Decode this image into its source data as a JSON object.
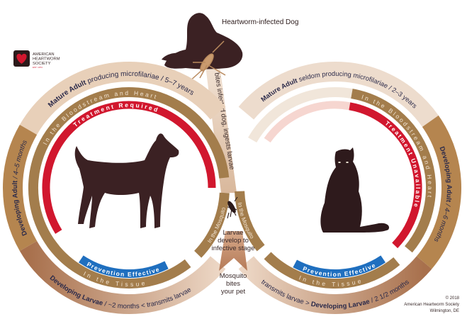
{
  "logo": {
    "line1": "AMERICAN",
    "line2": "HEARTWORM",
    "line3": "SOCIETY",
    "est": "EST. 1974"
  },
  "top": {
    "title": "Heartworm-infected Dog",
    "strip_text": "bites infected dog, ingests larvae"
  },
  "dog_cycle": {
    "mature_bold": "Mature Adult",
    "mature_rest": " producing microfilariae / 5–7 years",
    "dev_adult_bold": "Developing Adult",
    "dev_adult_rest": " / 4–5 months",
    "larvae_bold": "Developing Larvae",
    "larvae_rest": " / ~2 months < transmits larvae",
    "bloodstream": "In the Bloodstream and Heart",
    "treatment": "Treatment Required",
    "prevention": "Prevention Effective",
    "tissue": "In the Tissue",
    "mosquito": "In the Mosquito"
  },
  "cat_cycle": {
    "mature_bold": "Mature Adult",
    "mature_rest": " seldom producing microfilariae / 2–3 years",
    "dev_adult_bold": "Developing Adult",
    "dev_adult_rest": " / 4–6 months",
    "larvae_pre": "transmits larvae > ",
    "larvae_bold": "Developing Larvae",
    "larvae_rest": " / 2 1/2 months",
    "bloodstream": "In the Bloodstream and Heart",
    "treatment": "Treatment Unavailable",
    "prevention": "Prevention Effective",
    "tissue": "In the Tissue",
    "mosquito": "In the Mosquito"
  },
  "center": {
    "larvae_lines": [
      "Larvae",
      "develop to",
      "infective stage"
    ],
    "bite_lines": [
      "Mosquito",
      "bites",
      "your pet"
    ]
  },
  "credit": {
    "line1": "© 2018",
    "line2": "American Heartworm Society",
    "line3": "Wilmington, DE"
  },
  "colors": {
    "red": "#d1172e",
    "blue": "#1f6fbf",
    "brown": "#a37d4c",
    "dark": "#2e1a1c"
  }
}
